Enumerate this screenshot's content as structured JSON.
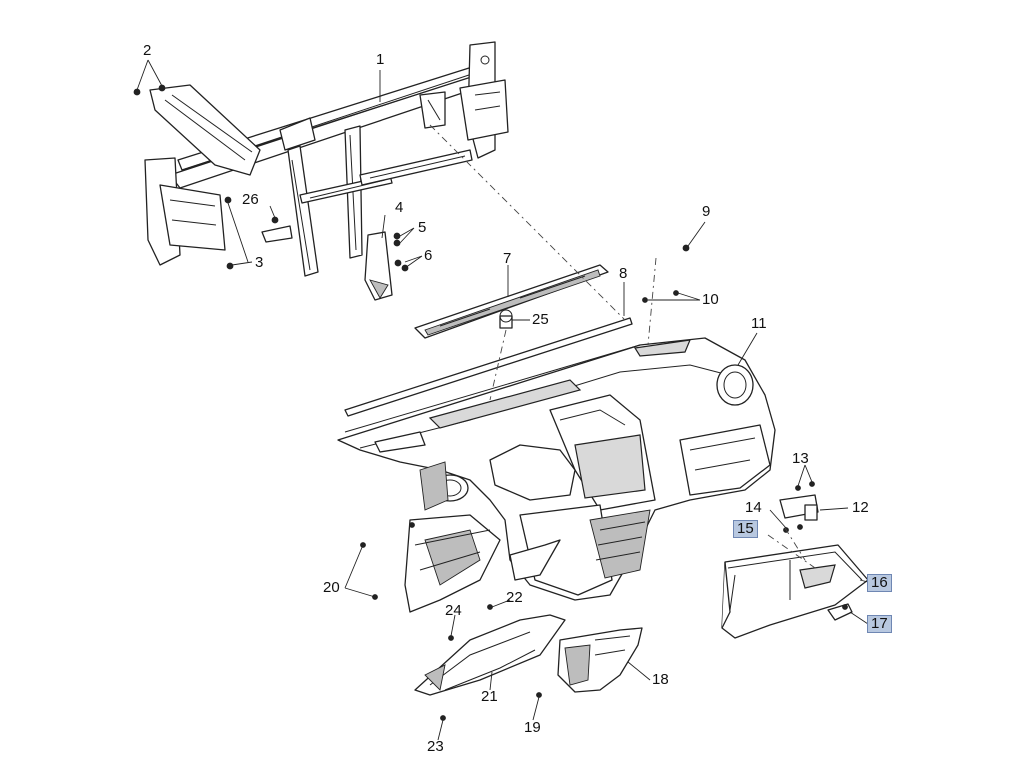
{
  "callouts": [
    {
      "id": "c1",
      "text": "1"
    },
    {
      "id": "c2",
      "text": "2"
    },
    {
      "id": "c3",
      "text": "3"
    },
    {
      "id": "c4",
      "text": "4"
    },
    {
      "id": "c5",
      "text": "5"
    },
    {
      "id": "c6",
      "text": "6"
    },
    {
      "id": "c7",
      "text": "7"
    },
    {
      "id": "c8",
      "text": "8"
    },
    {
      "id": "c9",
      "text": "9"
    },
    {
      "id": "c10",
      "text": "10"
    },
    {
      "id": "c11",
      "text": "11"
    },
    {
      "id": "c12",
      "text": "12"
    },
    {
      "id": "c13",
      "text": "13"
    },
    {
      "id": "c14",
      "text": "14"
    },
    {
      "id": "c15",
      "text": "15",
      "highlighted": true
    },
    {
      "id": "c16",
      "text": "16",
      "highlighted": true
    },
    {
      "id": "c17",
      "text": "17",
      "highlighted": true
    },
    {
      "id": "c18",
      "text": "18"
    },
    {
      "id": "c19",
      "text": "19"
    },
    {
      "id": "c20",
      "text": "20"
    },
    {
      "id": "c21",
      "text": "21"
    },
    {
      "id": "c22",
      "text": "22"
    },
    {
      "id": "c23",
      "text": "23"
    },
    {
      "id": "c24",
      "text": "24"
    },
    {
      "id": "c25",
      "text": "25"
    },
    {
      "id": "c26",
      "text": "26"
    }
  ],
  "colors": {
    "highlight_fill": "#b8c8e0",
    "highlight_border": "#6f87b3",
    "line": "#222222"
  }
}
